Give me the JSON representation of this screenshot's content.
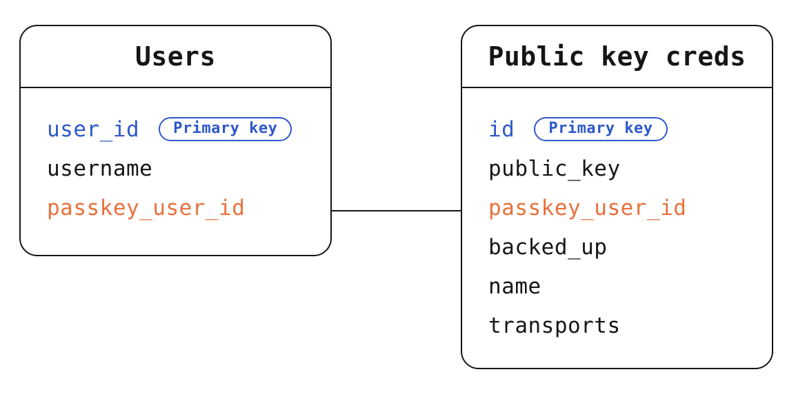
{
  "diagram": {
    "colors": {
      "primary_key": "#2d58cc",
      "foreign_key": "#e8713c",
      "line": "#141414",
      "text": "#161616",
      "background": "#ffffff"
    },
    "tables": [
      {
        "title": "Users",
        "fields": [
          {
            "name": "user_id",
            "badge": "Primary key",
            "role": "primary"
          },
          {
            "name": "username",
            "role": "normal"
          },
          {
            "name": "passkey_user_id",
            "role": "foreign"
          }
        ]
      },
      {
        "title": "Public key creds",
        "fields": [
          {
            "name": "id",
            "badge": "Primary key",
            "role": "primary"
          },
          {
            "name": "public_key",
            "role": "normal"
          },
          {
            "name": "passkey_user_id",
            "role": "foreign"
          },
          {
            "name": "backed_up",
            "role": "normal"
          },
          {
            "name": "name",
            "role": "normal"
          },
          {
            "name": "transports",
            "role": "normal"
          }
        ]
      }
    ],
    "relationship": {
      "from_table": "Users",
      "from_field": "passkey_user_id",
      "to_table": "Public key creds",
      "to_field": "passkey_user_id"
    }
  }
}
